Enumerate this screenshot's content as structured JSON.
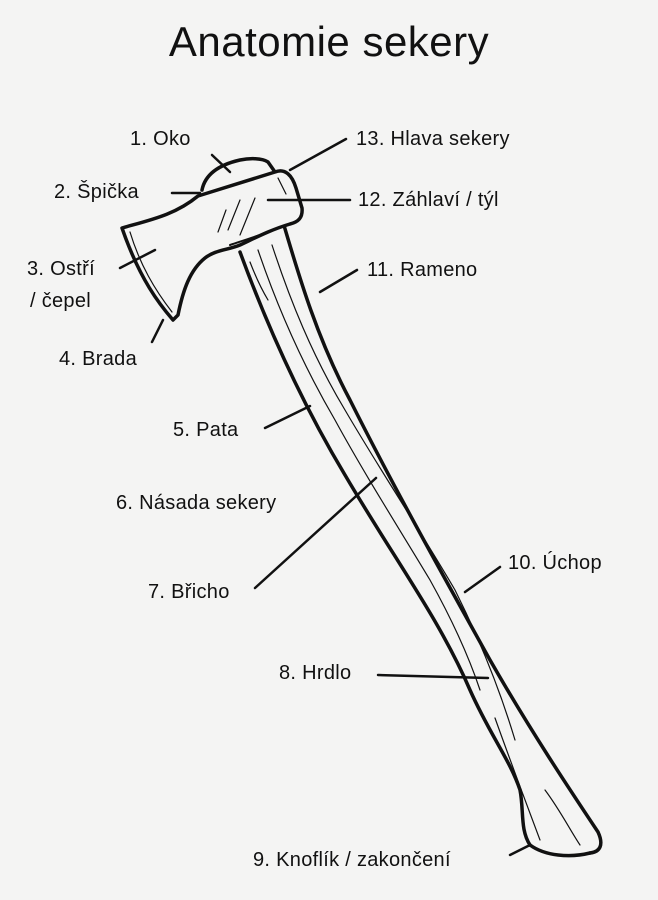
{
  "title": "Anatomie sekery",
  "labels": {
    "oko": "1. Oko",
    "spicka": "2. Špička",
    "ostri_1": "3. Ostří",
    "ostri_2": "/ čepel",
    "brada": "4. Brada",
    "pata": "5. Pata",
    "nasada": "6. Násada sekery",
    "bricho": "7. Břicho",
    "hrdlo": "8. Hrdlo",
    "knoflik": "9. Knoflík / zakončení",
    "uchop": "10. Úchop",
    "rameno": "11. Rameno",
    "zahlavi": "12. Záhlaví / týl",
    "hlava": "13. Hlava sekery"
  },
  "colors": {
    "background": "#f4f4f3",
    "ink": "#111111"
  }
}
